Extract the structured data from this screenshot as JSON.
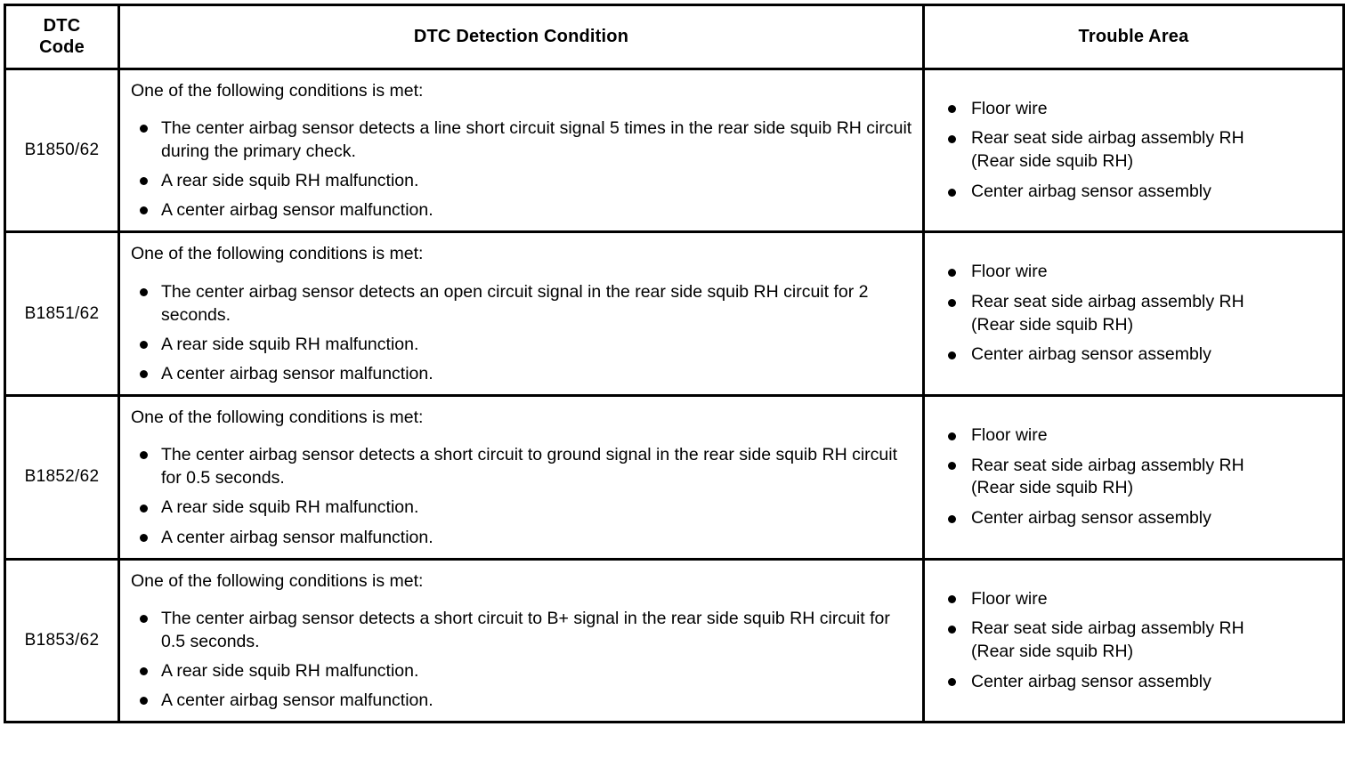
{
  "table": {
    "headers": {
      "code": {
        "line1": "DTC",
        "line2": "Code"
      },
      "condition": "DTC Detection Condition",
      "trouble": "Trouble Area"
    },
    "rows": [
      {
        "code": "B1850/62",
        "condition": {
          "intro": "One of the following conditions is met:",
          "bullets": [
            "The center airbag sensor detects a line short circuit signal 5 times in the rear side squib RH circuit during the primary check.",
            "A rear side squib RH malfunction.",
            "A center airbag sensor malfunction."
          ]
        },
        "trouble": [
          {
            "text": "Floor wire",
            "sub": ""
          },
          {
            "text": "Rear seat side airbag assembly RH",
            "sub": "(Rear side squib RH)"
          },
          {
            "text": "Center airbag sensor assembly",
            "sub": ""
          }
        ]
      },
      {
        "code": "B1851/62",
        "condition": {
          "intro": "One of the following conditions is met:",
          "bullets": [
            "The center airbag sensor detects an open circuit signal in the rear side squib RH circuit for 2 seconds.",
            "A rear side squib RH malfunction.",
            "A center airbag sensor malfunction."
          ]
        },
        "trouble": [
          {
            "text": "Floor wire",
            "sub": ""
          },
          {
            "text": "Rear seat side airbag assembly RH",
            "sub": "(Rear side squib RH)"
          },
          {
            "text": "Center airbag sensor assembly",
            "sub": ""
          }
        ]
      },
      {
        "code": "B1852/62",
        "condition": {
          "intro": "One of the following conditions is met:",
          "bullets": [
            "The center airbag sensor detects a short circuit to ground signal in the rear side squib RH circuit for 0.5 seconds.",
            "A rear side squib RH malfunction.",
            "A center airbag sensor malfunction."
          ]
        },
        "trouble": [
          {
            "text": "Floor wire",
            "sub": ""
          },
          {
            "text": "Rear seat side airbag assembly RH",
            "sub": "(Rear side squib RH)"
          },
          {
            "text": "Center airbag sensor assembly",
            "sub": ""
          }
        ]
      },
      {
        "code": "B1853/62",
        "condition": {
          "intro": "One of the following conditions is met:",
          "bullets": [
            "The center airbag sensor detects a short circuit to B+ signal in the rear side squib RH circuit for 0.5 seconds.",
            "A rear side squib RH malfunction.",
            "A center airbag sensor malfunction."
          ]
        },
        "trouble": [
          {
            "text": "Floor wire",
            "sub": ""
          },
          {
            "text": "Rear seat side airbag assembly RH",
            "sub": "(Rear side squib RH)"
          },
          {
            "text": "Center airbag sensor assembly",
            "sub": ""
          }
        ]
      }
    ]
  },
  "colors": {
    "border": "#000000",
    "text": "#000000",
    "background": "#ffffff"
  }
}
